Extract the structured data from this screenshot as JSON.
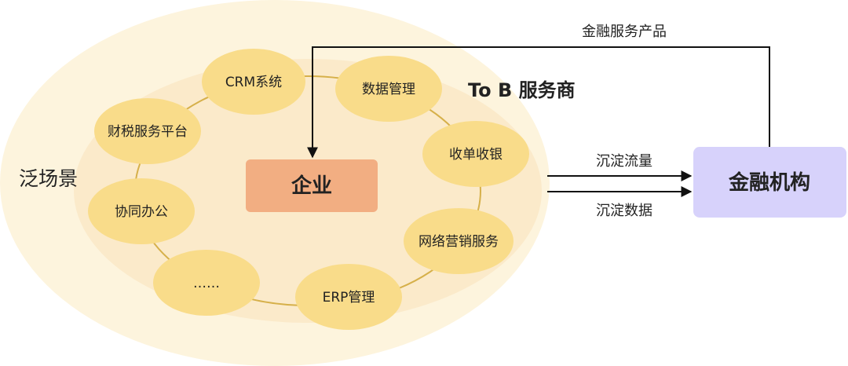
{
  "outer_label": "泛场景",
  "provider_label": "To B 服务商",
  "center_label": "企业",
  "finance_label": "金融机构",
  "top_arrow_label": "金融服务产品",
  "flow_label_1": "沉淀流量",
  "flow_label_2": "沉淀数据",
  "ring_nodes": [
    {
      "id": "crm",
      "label": "CRM系统"
    },
    {
      "id": "data-mgmt",
      "label": "数据管理"
    },
    {
      "id": "checkout",
      "label": "收单收银"
    },
    {
      "id": "marketing",
      "label": "网络营销服务"
    },
    {
      "id": "erp",
      "label": "ERP管理"
    },
    {
      "id": "more",
      "label": "……"
    },
    {
      "id": "collab",
      "label": "协同办公"
    },
    {
      "id": "tax",
      "label": "财税服务平台"
    }
  ],
  "colors": {
    "outer_ellipse": "#fdf4dd",
    "inner_ellipse": "#fbeaca",
    "ring_node": "#f9dc8a",
    "ring_line": "#d6b04a",
    "center_box": "#f2ae82",
    "finance_box": "#d7d2fb",
    "arrow": "#111111",
    "text": "#222222"
  }
}
